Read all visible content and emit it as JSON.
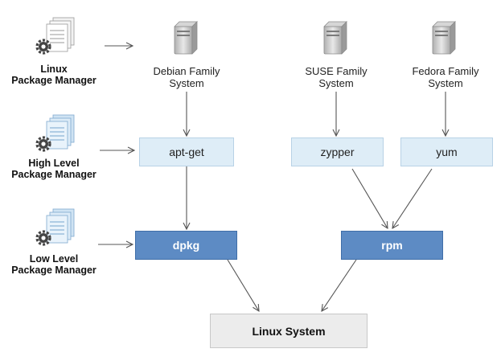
{
  "row_labels": {
    "linux_pm": [
      "Linux",
      "Package Manager"
    ],
    "high_level": [
      "High Level",
      "Package Manager"
    ],
    "low_level": [
      "Low Level",
      "Package Manager"
    ]
  },
  "systems": {
    "debian": [
      "Debian Family",
      "System"
    ],
    "suse": [
      "SUSE Family",
      "System"
    ],
    "fedora": [
      "Fedora Family",
      "System"
    ]
  },
  "tools": {
    "apt_get": "apt-get",
    "zypper": "zypper",
    "yum": "yum",
    "dpkg": "dpkg",
    "rpm": "rpm"
  },
  "target": "Linux System",
  "colors": {
    "light_box": "#deedf7",
    "dark_box": "#5d8bc4",
    "system_box": "#ececec",
    "arrow": "#555555"
  },
  "icons": {
    "server": "server-icon",
    "package_gear": "package-gear-icon"
  }
}
